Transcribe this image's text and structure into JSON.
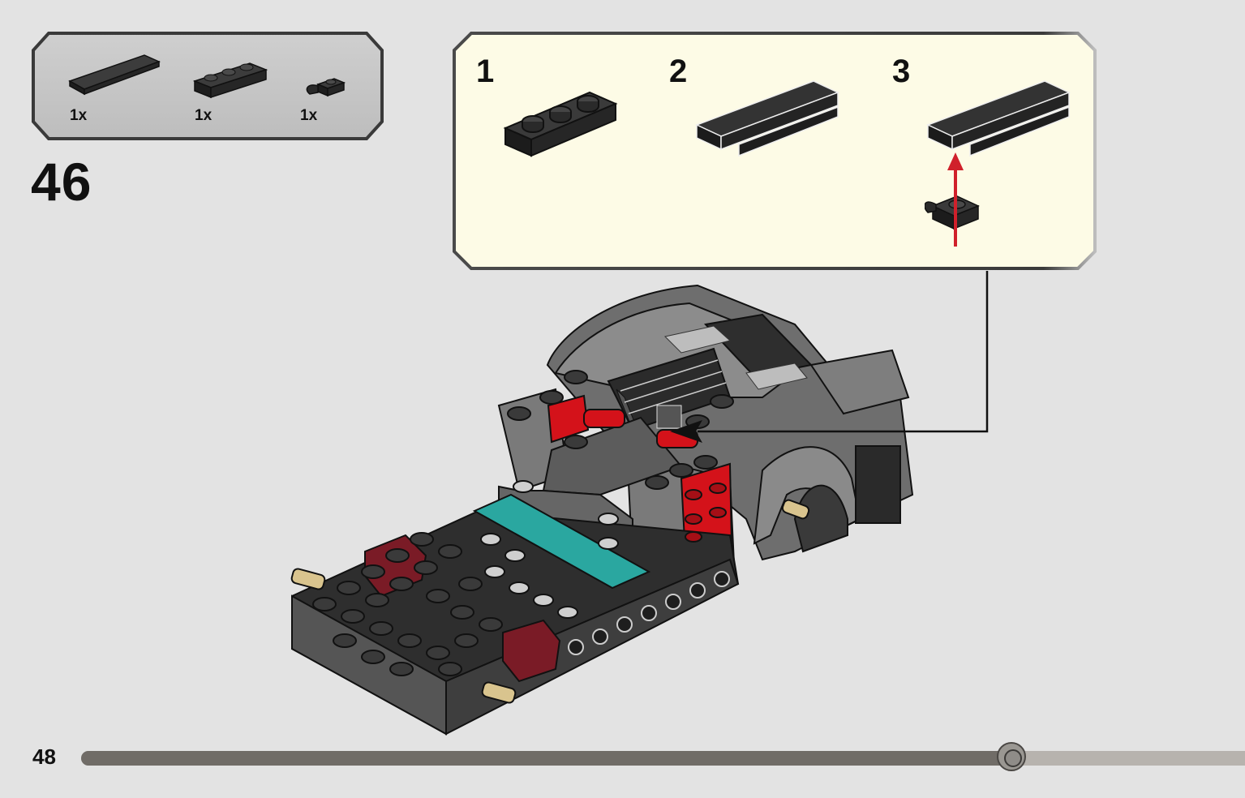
{
  "parts_list": {
    "items": [
      {
        "icon": "tile-1x4-black-icon",
        "qty": "1x"
      },
      {
        "icon": "plate-1x3-black-icon",
        "qty": "1x"
      },
      {
        "icon": "plate-1x1-clip-black-icon",
        "qty": "1x"
      }
    ]
  },
  "step": {
    "number": "46"
  },
  "callout": {
    "substeps": [
      {
        "label": "1"
      },
      {
        "label": "2"
      },
      {
        "label": "3"
      }
    ]
  },
  "colors": {
    "page_bg": "#e3e3e3",
    "callout_bg": "#fdfbe6",
    "parts_bg": "#c9c9c9",
    "brick_black": "#2b2b2b",
    "brick_gray": "#8a8a8a",
    "red": "#d4121a",
    "dark_red": "#7a1b26",
    "teal": "#2aa7a0",
    "tan": "#d9c48e",
    "arrow_red": "#d0202b"
  },
  "footer": {
    "page_number": "48",
    "progress": 0.799
  }
}
